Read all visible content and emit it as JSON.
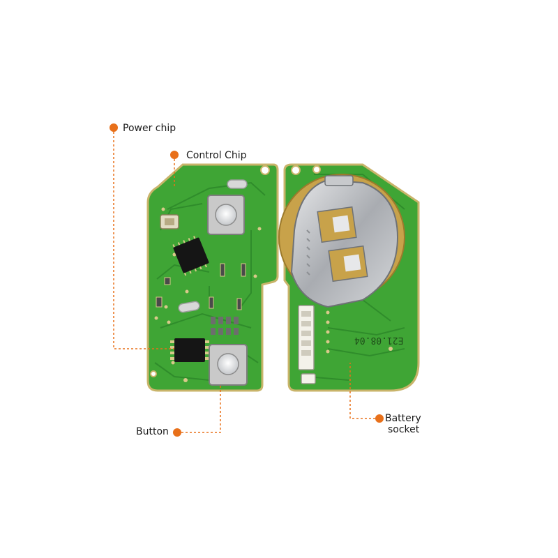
{
  "colors": {
    "accent": "#e8701a",
    "pcb_green": "#3fa535",
    "pcb_border": "#c9b46a",
    "gold": "#c8a24a",
    "chip": "#151515",
    "metal": "#b9bcc0"
  },
  "labels": {
    "power_chip": "Power chip",
    "control_chip": "Control Chip",
    "button": "Button",
    "battery_socket_line1": "Battery",
    "battery_socket_line2": "socket"
  },
  "board_markings": {
    "date_code": "E21.08.04"
  }
}
